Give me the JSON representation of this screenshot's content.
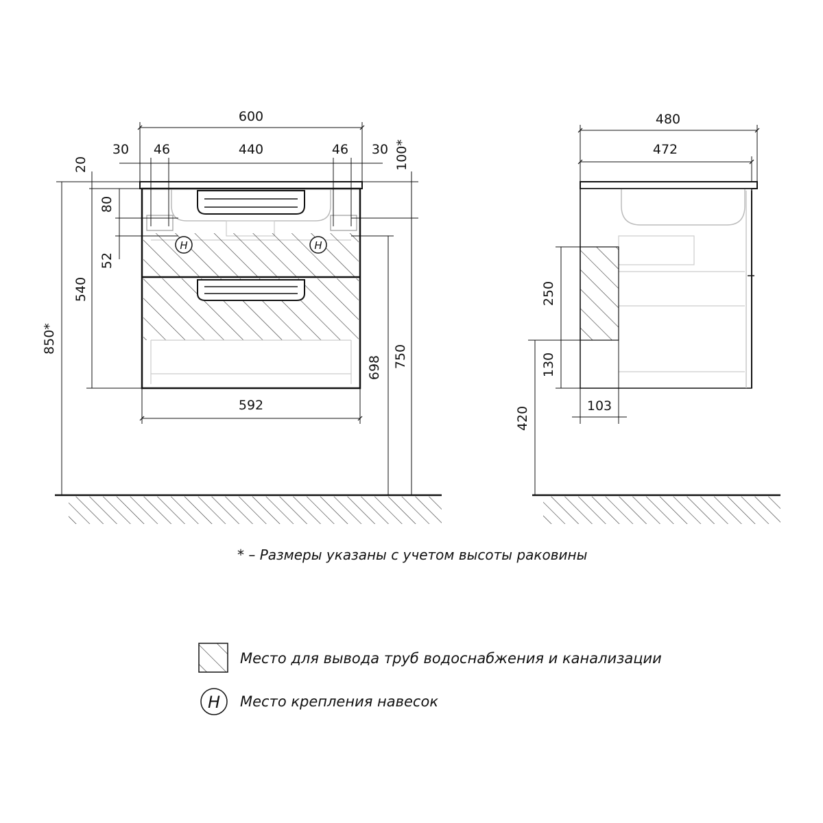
{
  "front_view": {
    "dims": {
      "overall_width": "600",
      "left_offset": "30",
      "left_hanger": "46",
      "between_hangers": "440",
      "right_hanger": "46",
      "right_offset": "30",
      "top_thickness": "20",
      "hanger_top_marker": "100*",
      "upper_drawer_pipe_zone": "80",
      "hanger_spacing": "52",
      "body_height": "540",
      "total_height": "850*",
      "side_height": "698",
      "mount_height": "750",
      "bottom_width": "592"
    },
    "hanger_symbol": "H"
  },
  "side_view": {
    "dims": {
      "overall_depth": "480",
      "body_depth": "472",
      "pipe_zone_height": "250",
      "pipe_zone_bottom": "130",
      "pipe_zone_depth": "103",
      "floor_to_bottom": "420"
    }
  },
  "note": "* – Размеры указаны с учетом высоты раковины",
  "legend": {
    "pipes_label": "Место для вывода труб водоснабжения и канализации",
    "hanger_label": "Место крепления навесок",
    "hanger_symbol": "H"
  },
  "colors": {
    "line": "#111111",
    "light_line": "#bbbbbb"
  }
}
